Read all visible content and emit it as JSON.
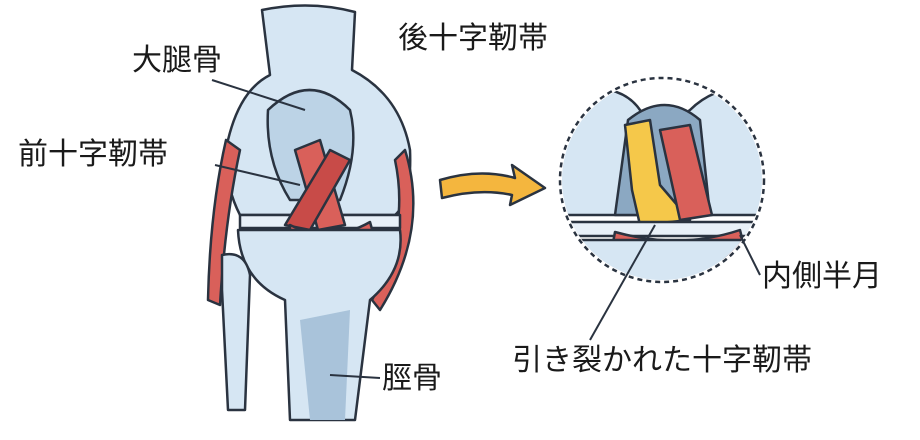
{
  "labels": {
    "femur": "大腿骨",
    "pcl": "後十字靭帯",
    "acl": "前十字靭帯",
    "meniscus": "内側半月",
    "torn_ligament": "引き裂かれた十字靭帯",
    "tibia": "脛骨"
  },
  "colors": {
    "bone": "#d6e6f3",
    "bone_shadow": "#a9c3da",
    "ligament": "#d9605a",
    "torn": "#f5c84a",
    "arrow": "#f4b63e",
    "outline": "#2a3340"
  }
}
